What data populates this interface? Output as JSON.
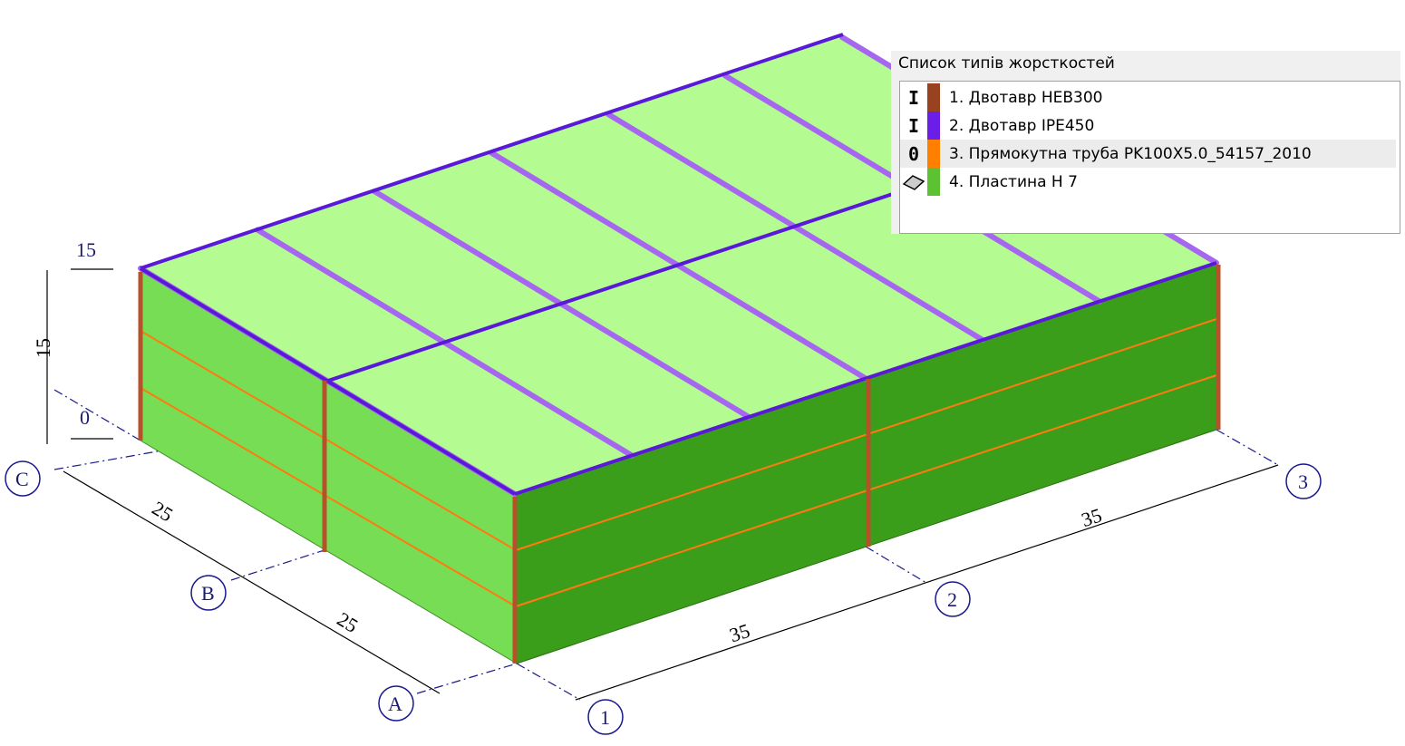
{
  "legend": {
    "title": "Список типів жорсткостей",
    "items": [
      {
        "label": "1. Двотавр HEB300",
        "icon": "i-beam-icon",
        "color": "#98421f"
      },
      {
        "label": "2. Двотавр IPE450",
        "icon": "i-beam-icon",
        "color": "#6a1ee8"
      },
      {
        "label": "3. Прямокутна труба PK100X5.0_54157_2010",
        "icon": "rect-tube-icon",
        "color": "#ff8000",
        "selected": true
      },
      {
        "label": "4. Пластина  H 7",
        "icon": "plate-icon",
        "color": "#5cc232"
      }
    ]
  },
  "axes": {
    "A": "A",
    "B": "B",
    "C": "C",
    "n1": "1",
    "n2": "2",
    "n3": "3"
  },
  "dimensions": {
    "cb": "25",
    "ba": "25",
    "d12": "35",
    "d23": "35",
    "height": "15",
    "elev_top": "15",
    "elev_bottom": "0"
  }
}
